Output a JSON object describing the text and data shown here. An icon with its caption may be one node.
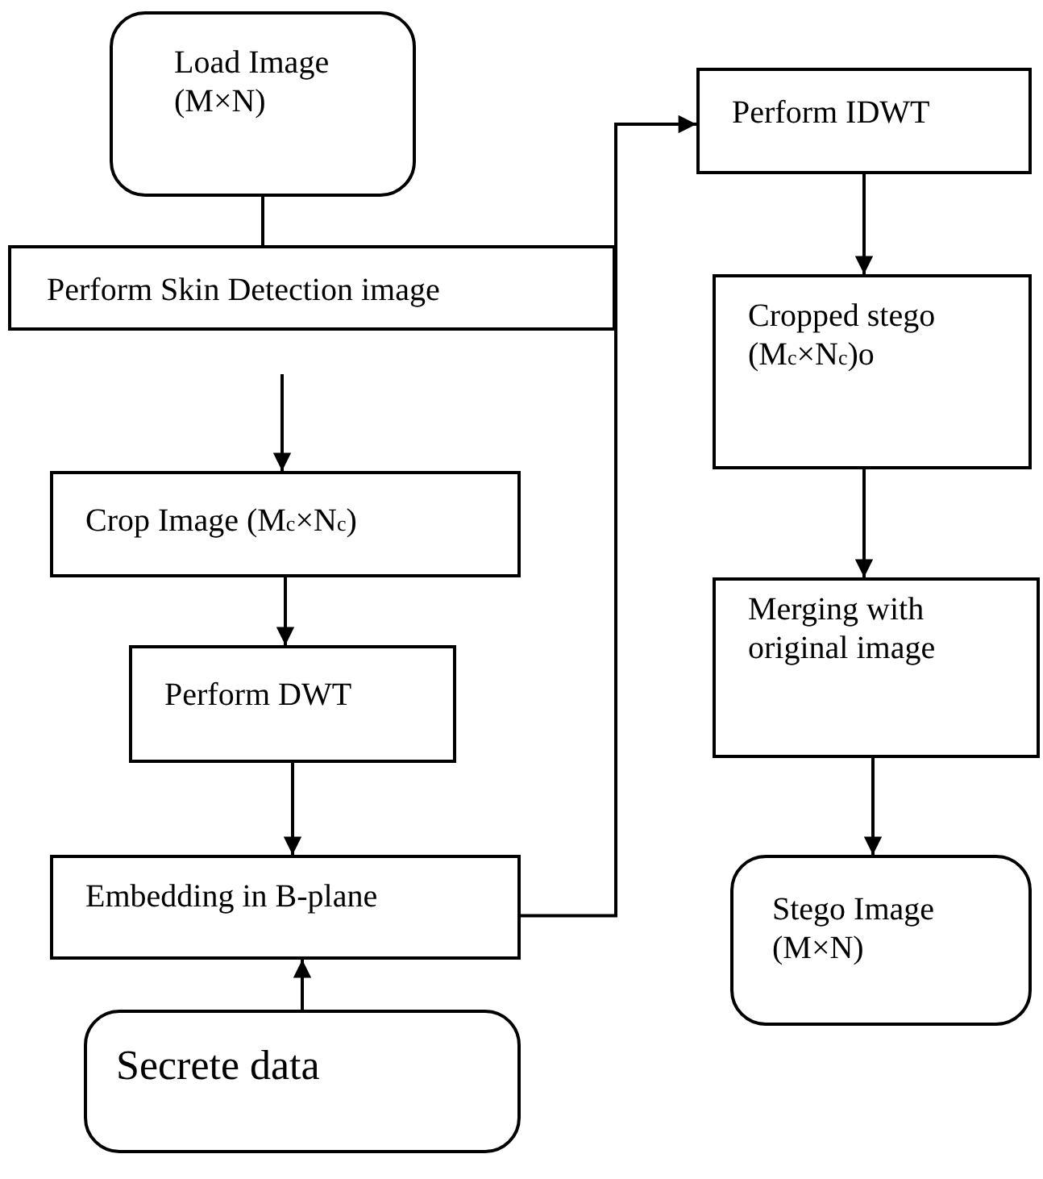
{
  "diagram": {
    "nodes": [
      {
        "text": [
          "Load Image (M×N)"
        ]
      },
      {
        "text": [
          "Perform Skin Detection image"
        ]
      },
      {
        "text": [
          "Crop Image (M$_{c}$×N$_{c}$)"
        ]
      },
      {
        "text": [
          "Perform DWT"
        ]
      },
      {
        "text": [
          "Embedding in B-plane"
        ]
      },
      {
        "text": [
          "Secrete data"
        ]
      },
      {
        "text": [
          "Perform IDWT"
        ]
      },
      {
        "text": [
          "Cropped stego (M$_{c}$×N$_{c}$)o"
        ]
      },
      {
        "text": [
          "Merging with original image"
        ]
      },
      {
        "text": [
          "Stego Image (M×N)"
        ]
      }
    ],
    "edges": [
      {
        "from": 0,
        "to": 1,
        "arrow": "none"
      },
      {
        "from": null,
        "to": 2,
        "arrow": "to"
      },
      {
        "from": 2,
        "to": 3,
        "arrow": "to"
      },
      {
        "from": 3,
        "to": 4,
        "arrow": "to"
      },
      {
        "from": 5,
        "to": 4,
        "arrow": "to"
      },
      {
        "from": 4,
        "to": 6,
        "arrow": "to"
      },
      {
        "from": 6,
        "to": 7,
        "arrow": "to"
      },
      {
        "from": 7,
        "to": 8,
        "arrow": "to"
      },
      {
        "from": 8,
        "to": 9,
        "arrow": "to"
      }
    ]
  }
}
